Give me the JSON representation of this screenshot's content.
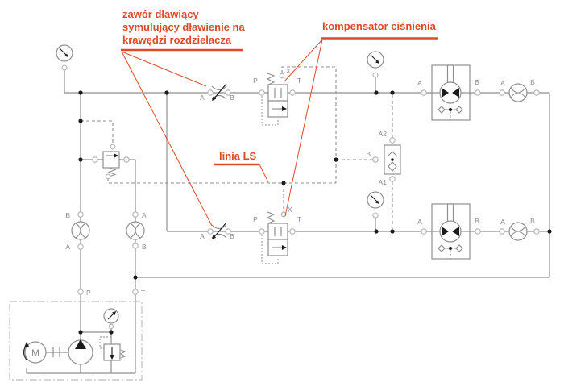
{
  "colors": {
    "annotation": "#dc4a28",
    "line": "#8f8f8f",
    "port": "#b3b3b3",
    "label": "#8a8a8a",
    "dark": "#1c1c1c"
  },
  "annotations": {
    "throttle_note_line1": "zawór dławiący",
    "throttle_note_line2": "symulujący dławienie na",
    "throttle_note_line3": "krawędzi rozdzielacza",
    "compensator_note": "kompensator ciśnienia",
    "ls_note": "linia LS"
  },
  "port_labels": {
    "a": "A",
    "b": "B",
    "p": "P",
    "t": "T",
    "x": "X",
    "a1": "A1",
    "a2": "A2",
    "m": "M"
  }
}
